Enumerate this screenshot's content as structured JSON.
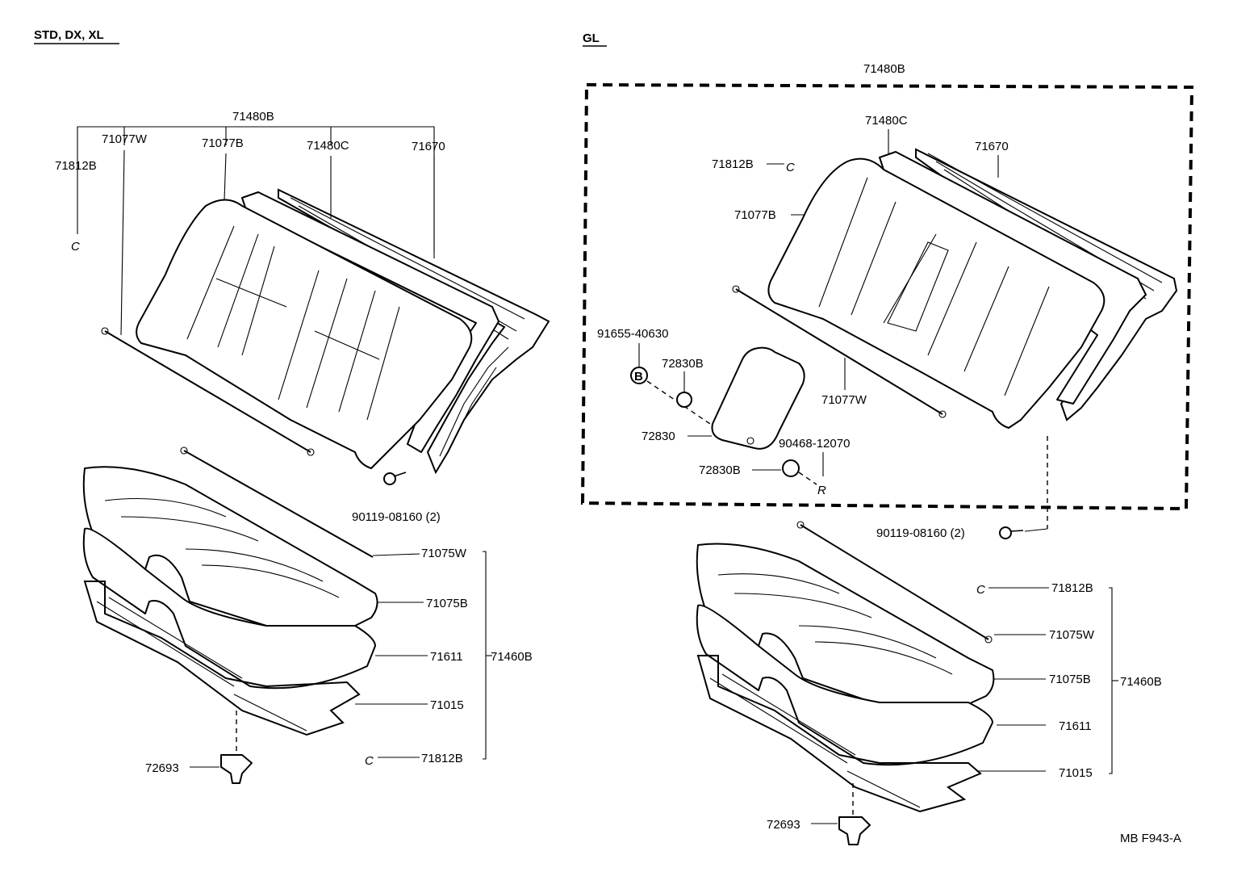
{
  "sections": {
    "left": {
      "variant": "STD, DX, XL"
    },
    "right": {
      "variant": "GL"
    }
  },
  "labels": {
    "L_71480B": "71480B",
    "L_71077W": "71077W",
    "L_71077B": "71077B",
    "L_71480C": "71480C",
    "L_71670": "71670",
    "L_71812B_top": "71812B",
    "L_90119": "90119-08160 (2)",
    "L_71075W": "71075W",
    "L_71075B": "71075B",
    "L_71611": "71611",
    "L_71460B": "71460B",
    "L_71015": "71015",
    "L_71812B_bot": "71812B",
    "L_72693": "72693",
    "R_71480B": "71480B",
    "R_71480C": "71480C",
    "R_71670": "71670",
    "R_71812B_top": "71812B",
    "R_71077B": "71077B",
    "R_91655": "91655-40630",
    "R_72830B_top": "72830B",
    "R_72830": "72830",
    "R_90468": "90468-12070",
    "R_72830B_bot": "72830B",
    "R_71077W": "71077W",
    "R_90119": "90119-08160 (2)",
    "R_71812B_bot": "71812B",
    "R_71075W": "71075W",
    "R_71075B": "71075B",
    "R_71460B": "71460B",
    "R_71611": "71611",
    "R_71015": "71015",
    "R_72693": "72693",
    "clip_c": "C",
    "bolt_b": "B",
    "pin_r": "R"
  },
  "figure_code": "MB F943-A"
}
